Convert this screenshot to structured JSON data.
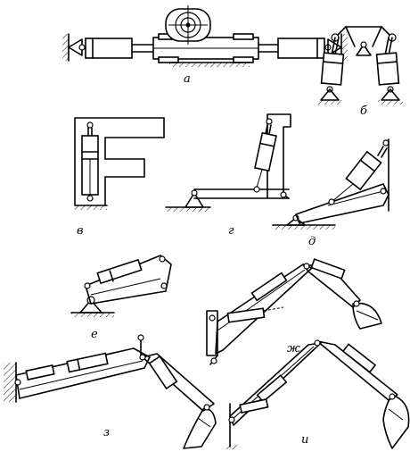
{
  "labels": {
    "a": "а",
    "b": "б",
    "v": "в",
    "g": "г",
    "d": "д",
    "e": "е",
    "zh": "ж",
    "z": "з",
    "i": "и"
  }
}
